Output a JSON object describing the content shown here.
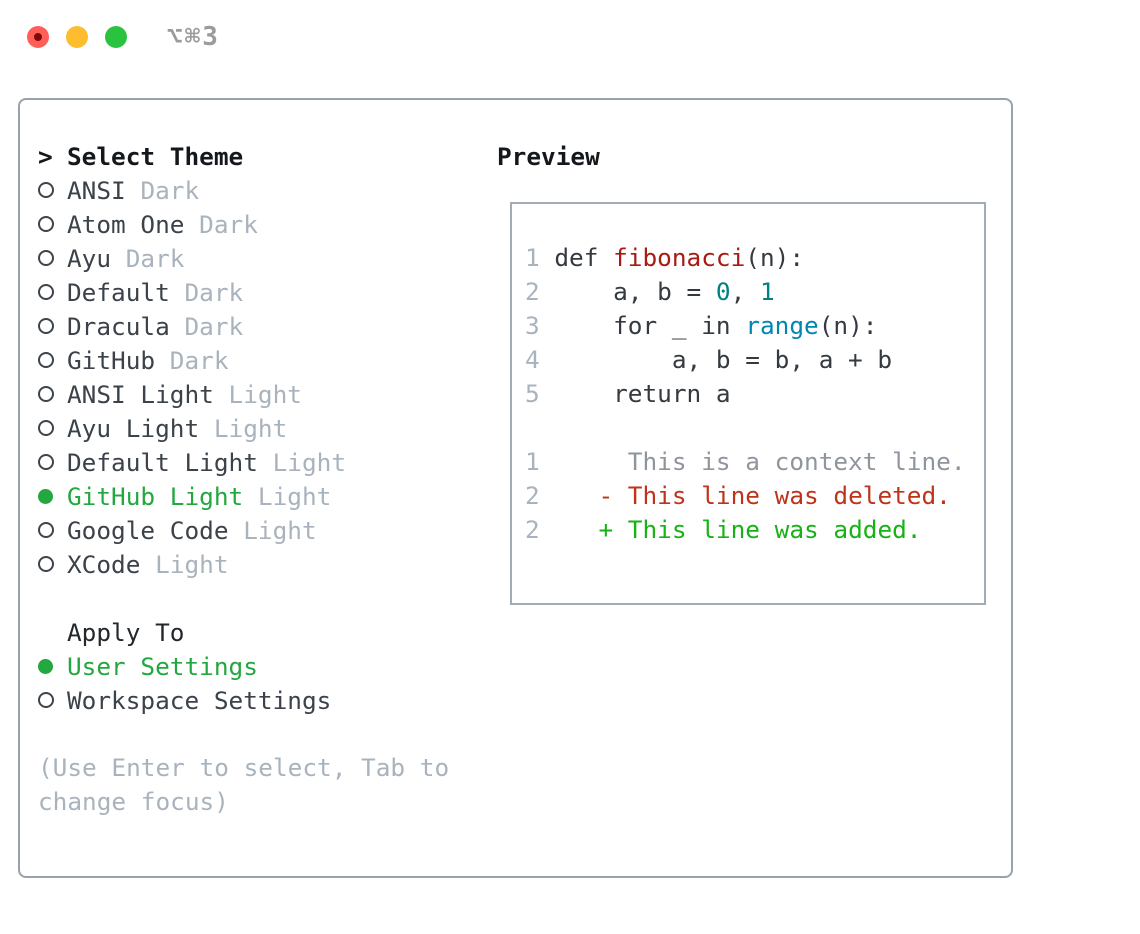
{
  "titlebar": {
    "title": "⌥⌘3",
    "traffic_lights": [
      "close",
      "minimize",
      "zoom"
    ]
  },
  "theme_panel": {
    "header_prefix": ">",
    "header": "Select Theme",
    "themes": [
      {
        "name": "ANSI",
        "tag": "Dark",
        "selected": false
      },
      {
        "name": "Atom One",
        "tag": "Dark",
        "selected": false
      },
      {
        "name": "Ayu",
        "tag": "Dark",
        "selected": false
      },
      {
        "name": "Default",
        "tag": "Dark",
        "selected": false
      },
      {
        "name": "Dracula",
        "tag": "Dark",
        "selected": false
      },
      {
        "name": "GitHub",
        "tag": "Dark",
        "selected": false
      },
      {
        "name": "ANSI Light",
        "tag": "Light",
        "selected": false
      },
      {
        "name": "Ayu Light",
        "tag": "Light",
        "selected": false
      },
      {
        "name": "Default Light",
        "tag": "Light",
        "selected": false
      },
      {
        "name": "GitHub Light",
        "tag": "Light",
        "selected": true
      },
      {
        "name": "Google Code",
        "tag": "Light",
        "selected": false
      },
      {
        "name": "XCode",
        "tag": "Light",
        "selected": false
      }
    ],
    "apply_to": {
      "header": "Apply To",
      "options": [
        {
          "name": "User Settings",
          "selected": true
        },
        {
          "name": "Workspace Settings",
          "selected": false
        }
      ]
    },
    "hint_lines": [
      "(Use Enter to select, Tab to",
      "change focus)"
    ]
  },
  "preview": {
    "header": "Preview",
    "code_lines": [
      [
        [
          "ln",
          "1"
        ],
        [
          "pl",
          " "
        ],
        [
          "kw",
          "def"
        ],
        [
          "pl",
          " "
        ],
        [
          "fn",
          "fibonacci"
        ],
        [
          "pl",
          "(n):"
        ]
      ],
      [
        [
          "ln",
          "2"
        ],
        [
          "pl",
          "     a, b = "
        ],
        [
          "num",
          "0"
        ],
        [
          "pl",
          ", "
        ],
        [
          "num",
          "1"
        ]
      ],
      [
        [
          "ln",
          "3"
        ],
        [
          "pl",
          "     "
        ],
        [
          "kw",
          "for"
        ],
        [
          "pl",
          " _ "
        ],
        [
          "kw",
          "in"
        ],
        [
          "pl",
          " "
        ],
        [
          "bi",
          "range"
        ],
        [
          "pl",
          "(n):"
        ]
      ],
      [
        [
          "ln",
          "4"
        ],
        [
          "pl",
          "         a, b = b, a + b"
        ]
      ],
      [
        [
          "ln",
          "5"
        ],
        [
          "pl",
          "     "
        ],
        [
          "kw",
          "return"
        ],
        [
          "pl",
          " a"
        ]
      ],
      [],
      [
        [
          "ln",
          "1"
        ],
        [
          "ctx",
          "      This is a context line."
        ]
      ],
      [
        [
          "ln",
          "2"
        ],
        [
          "pl",
          "    "
        ],
        [
          "del",
          "- This line was deleted."
        ]
      ],
      [
        [
          "ln",
          "2"
        ],
        [
          "pl",
          "    "
        ],
        [
          "add",
          "+ This line was added."
        ]
      ]
    ]
  },
  "colors": {
    "accent_green": "#23a73f",
    "diff_added": "#16b216",
    "diff_removed": "#c0331b",
    "context_gray": "#8e959c",
    "line_number_gray": "#a9b3bd",
    "muted_gray": "#a9b3bd",
    "code_default": "#343a40",
    "function_red": "#a81a12",
    "number_teal": "#008080",
    "builtin_blue": "#0086b3",
    "panel_border": "#99a2ac",
    "box_border": "#a3abb4",
    "text_dark": "#3b424a",
    "header_black": "#14181c",
    "radio_ring": "#3d444c",
    "light_red": "#ff5f57",
    "light_red_dot": "#7e0b0b",
    "light_yellow": "#fdbd2e",
    "light_green": "#29c340",
    "title_gray": "#9b9b9b"
  }
}
